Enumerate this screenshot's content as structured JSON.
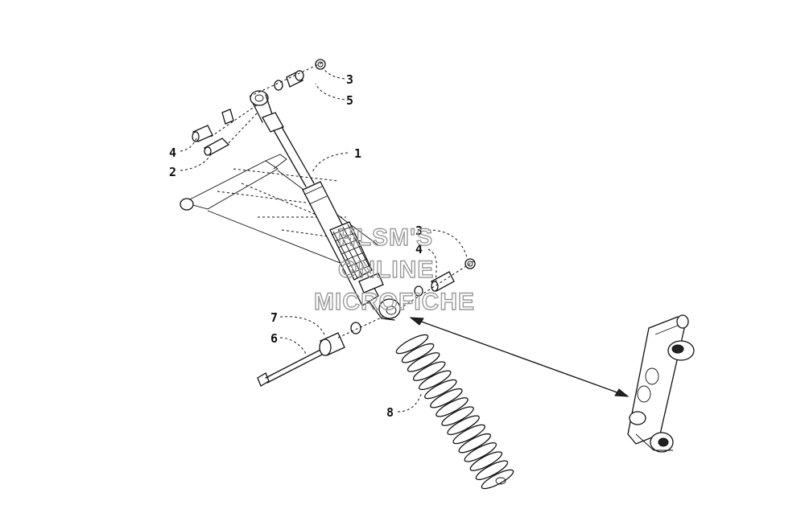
{
  "callouts": [
    {
      "id": "c1",
      "text": "1"
    },
    {
      "id": "c2",
      "text": "2"
    },
    {
      "id": "c3a",
      "text": "3"
    },
    {
      "id": "c3b",
      "text": "3"
    },
    {
      "id": "c4a",
      "text": "4"
    },
    {
      "id": "c4b",
      "text": "4"
    },
    {
      "id": "c5",
      "text": "5"
    },
    {
      "id": "c6",
      "text": "6"
    },
    {
      "id": "c7",
      "text": "7"
    },
    {
      "id": "c8",
      "text": "8"
    }
  ],
  "watermark": {
    "line1": "HLSM'S",
    "line2": "ONLINE",
    "line3": "MICROFICHE"
  },
  "colors": {
    "ink": "#111111",
    "watermark": "#9a9a9a",
    "background": "#ffffff"
  }
}
